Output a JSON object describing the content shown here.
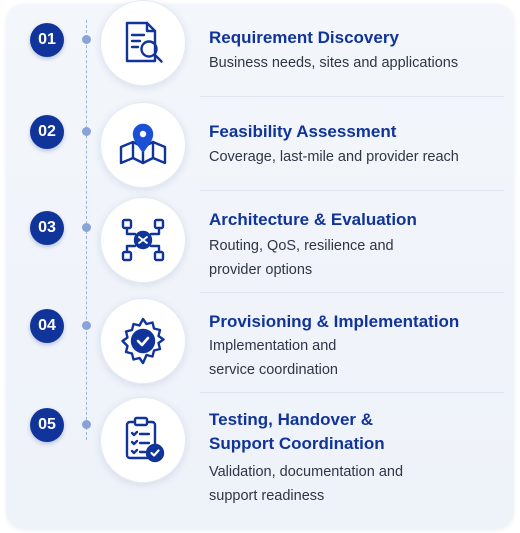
{
  "steps": [
    {
      "number": "01",
      "title_lines": [
        "Requirement Discovery"
      ],
      "desc_lines": [
        "Business needs, sites and applications"
      ],
      "icon": "document-search-icon"
    },
    {
      "number": "02",
      "title_lines": [
        "Feasibility Assessment"
      ],
      "desc_lines": [
        "Coverage, last-mile and provider reach"
      ],
      "icon": "map-pin-icon"
    },
    {
      "number": "03",
      "title_lines": [
        "Architecture & Evaluation"
      ],
      "desc_lines": [
        "Routing, QoS, resilience and",
        "provider options"
      ],
      "icon": "network-routing-icon"
    },
    {
      "number": "04",
      "title_lines": [
        "Provisioning & Implementation"
      ],
      "desc_lines": [
        "Implementation and",
        "service coordination"
      ],
      "icon": "gear-check-icon"
    },
    {
      "number": "05",
      "title_lines": [
        "Testing, Handover &",
        "Support Coordination"
      ],
      "desc_lines": [
        "Validation, documentation and",
        "support readiness"
      ],
      "icon": "clipboard-checklist-icon"
    }
  ],
  "colors": {
    "accent": "#10349a",
    "timeline": "#9fb2d6",
    "text": "#2e3545"
  }
}
